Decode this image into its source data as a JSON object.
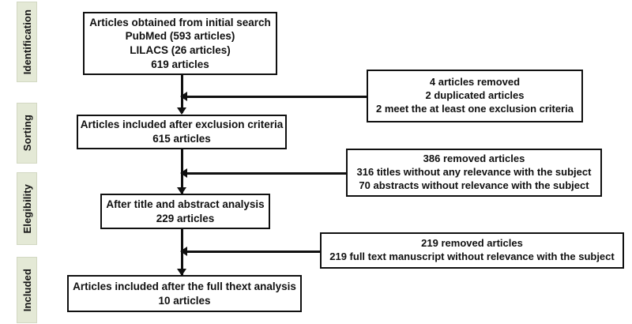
{
  "diagram": {
    "type": "prisma-flow-diagram",
    "accent_color": "#e4e9d6",
    "line_color": "#101010",
    "stages": [
      {
        "label": "Identification"
      },
      {
        "label": "Sorting"
      },
      {
        "label": "Elegibility"
      },
      {
        "label": "Included"
      }
    ],
    "flow_boxes": [
      {
        "id": "identification-box",
        "lines": [
          "Articles obtained from initial search",
          "PubMed (593 articles)",
          "LILACS (26 articles)",
          "619 articles"
        ]
      },
      {
        "id": "sorting-box",
        "lines": [
          "Articles included after exclusion criteria",
          "615 articles"
        ]
      },
      {
        "id": "eligibility-box",
        "lines": [
          "After title and abstract analysis",
          "229 articles"
        ]
      },
      {
        "id": "included-box",
        "lines": [
          "Articles included after the full thext analysis",
          "10 articles"
        ]
      }
    ],
    "exclusion_boxes": [
      {
        "id": "exclusion-box-1",
        "lines": [
          "4 articles removed",
          "2 duplicated articles",
          "2 meet the at least one exclusion criteria"
        ]
      },
      {
        "id": "exclusion-box-2",
        "lines": [
          "386 removed articles",
          "316 titles without any relevance with the subject",
          "70 abstracts without relevance with the subject"
        ]
      },
      {
        "id": "exclusion-box-3",
        "lines": [
          "219 removed articles",
          "219 full text manuscript without relevance with the subject"
        ]
      }
    ]
  }
}
